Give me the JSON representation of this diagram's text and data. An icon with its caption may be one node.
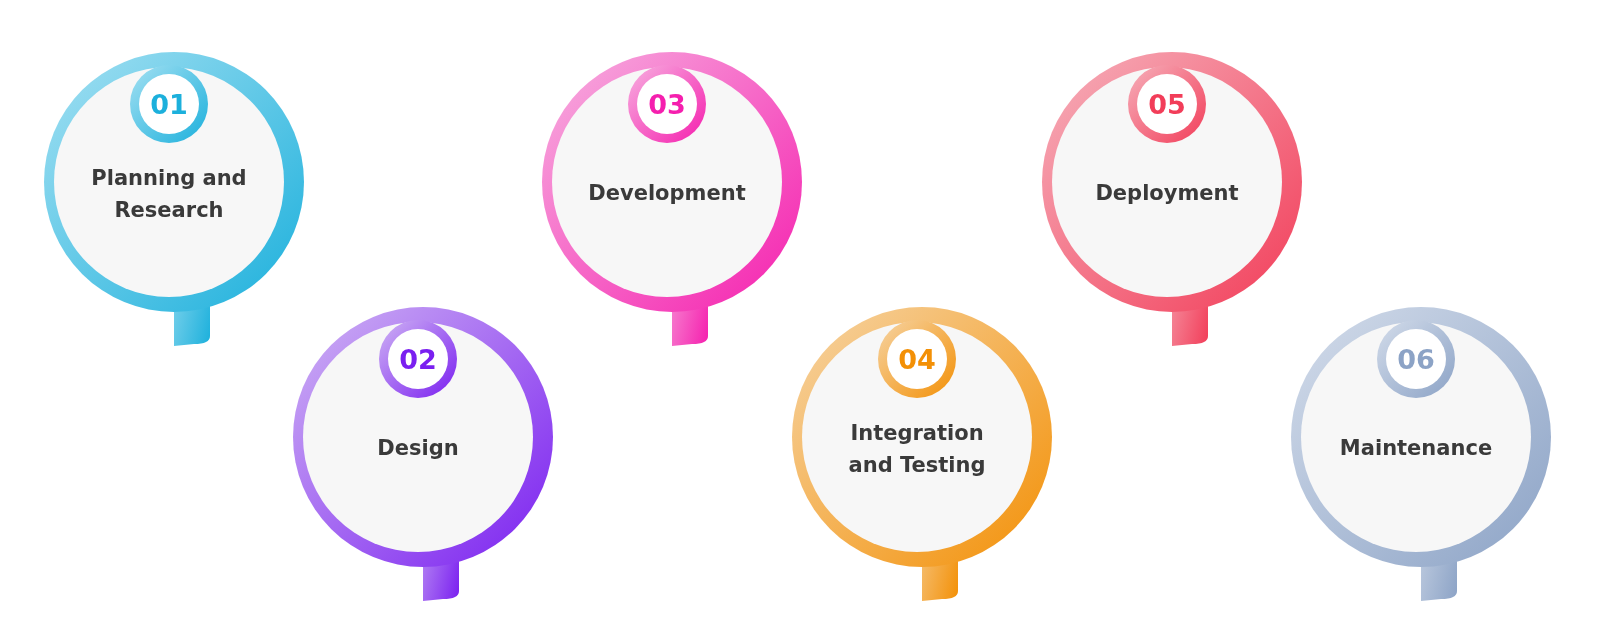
{
  "diagram": {
    "nodes": [
      {
        "text": [
          "Planning and Research"
        ]
      },
      {
        "text": [
          "01"
        ],
        "in": 0
      },
      {
        "text": [
          "Design"
        ]
      },
      {
        "text": [
          "02"
        ],
        "in": 2
      },
      {
        "text": [
          "Development"
        ]
      },
      {
        "text": [
          "03"
        ],
        "in": 4
      },
      {
        "text": [
          "Integration and Testing"
        ]
      },
      {
        "text": [
          "04"
        ],
        "in": 6
      },
      {
        "text": [
          "Deployment"
        ]
      },
      {
        "text": [
          "05"
        ],
        "in": 8
      },
      {
        "text": [
          "Maintenance"
        ]
      },
      {
        "text": [
          "06"
        ],
        "in": 10
      }
    ],
    "edges": []
  }
}
